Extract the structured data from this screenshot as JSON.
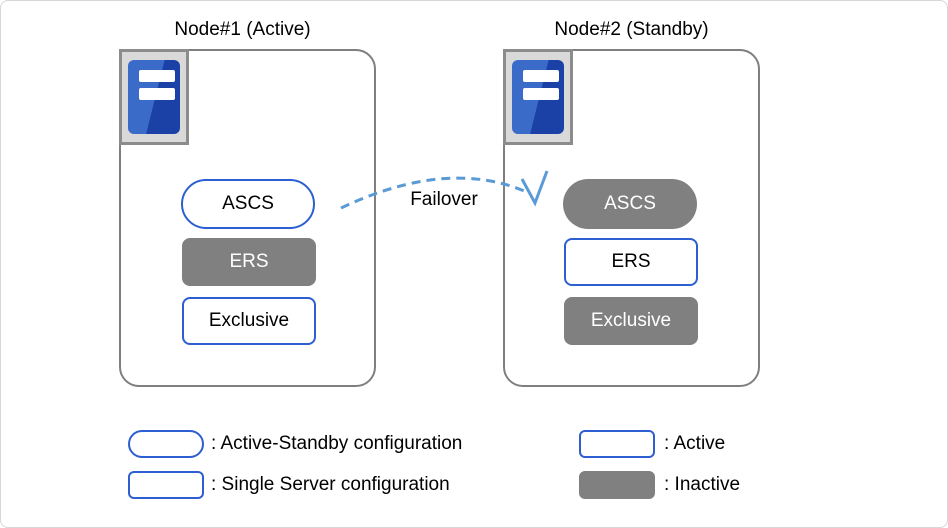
{
  "canvas": {
    "background": "#ffffff",
    "border_color": "#d6d6d6"
  },
  "colors": {
    "accent_blue": "#2d5fd2",
    "inactive_gray": "#808080",
    "node_border_gray": "#7f7f7f",
    "arrow_blue": "#5b9bd5",
    "icon_tile_bg": "#d9d9d9",
    "icon_tile_border": "#8c8c8c",
    "icon_tower_light": "#3a6bc9",
    "icon_tower_dark": "#1c41a6"
  },
  "nodes": [
    {
      "title": "Node#1 (Active)",
      "icon": "server-icon",
      "boxes": [
        {
          "label": "ASCS",
          "shape": "pill",
          "state": "active"
        },
        {
          "label": "ERS",
          "shape": "rect",
          "state": "inactive"
        },
        {
          "label": "Exclusive",
          "shape": "rect",
          "state": "active"
        }
      ]
    },
    {
      "title": "Node#2 (Standby)",
      "icon": "server-icon",
      "boxes": [
        {
          "label": "ASCS",
          "shape": "pill",
          "state": "inactive"
        },
        {
          "label": "ERS",
          "shape": "rect",
          "state": "active"
        },
        {
          "label": "Exclusive",
          "shape": "rect",
          "state": "inactive"
        }
      ]
    }
  ],
  "arrow": {
    "label": "Failover",
    "style": "dashed-curve"
  },
  "legend": {
    "items": [
      {
        "swatch": "pill-outline",
        "label": ": Active-Standby configuration"
      },
      {
        "swatch": "rect-outline",
        "label": ": Single Server configuration"
      },
      {
        "swatch": "rect-outline",
        "label": ": Active"
      },
      {
        "swatch": "rect-filled",
        "label": ": Inactive"
      }
    ]
  }
}
